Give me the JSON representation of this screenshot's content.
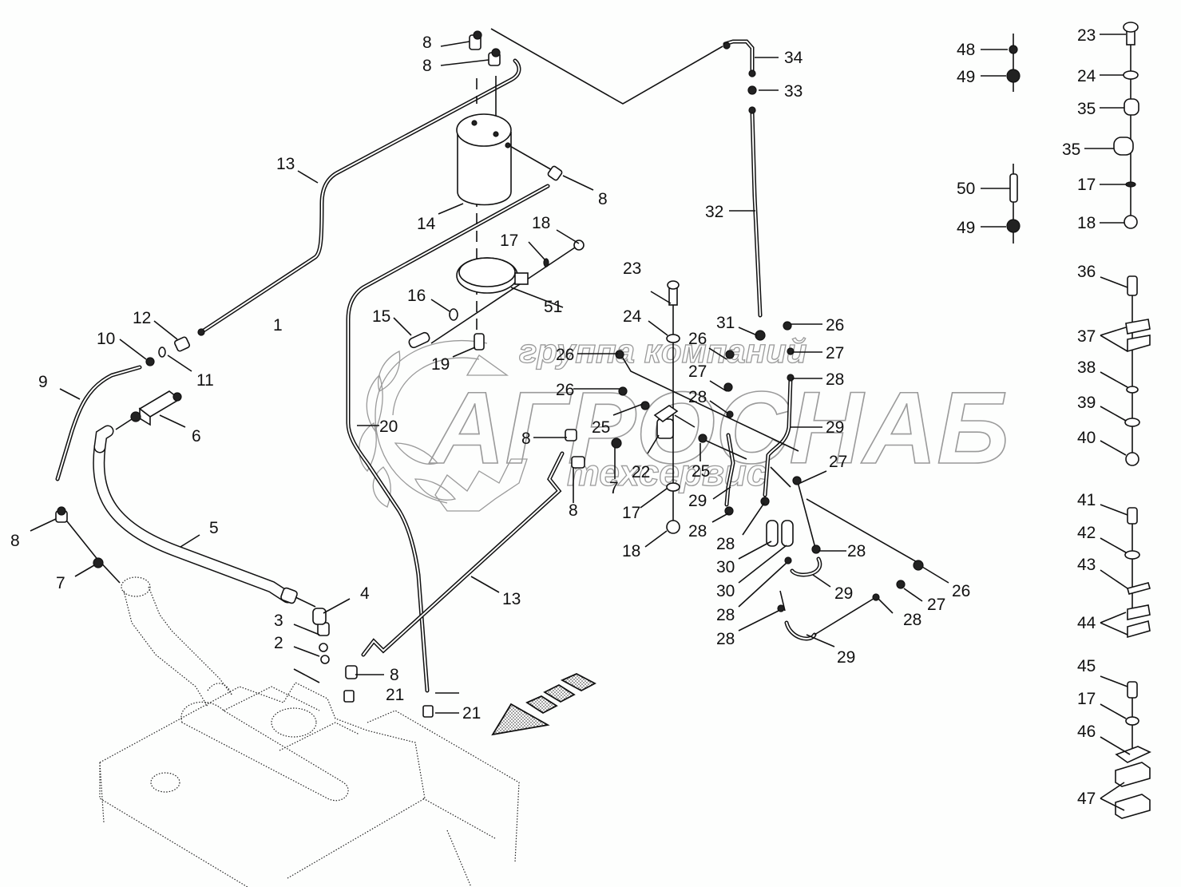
{
  "diagram": {
    "title": "Fuel system exploded parts diagram",
    "type": "exploded-parts-view",
    "watermark": {
      "line1": "группа компаний",
      "line2": "АГРОСНАБ",
      "line3": "техсервис"
    },
    "callouts": {
      "c1": "1",
      "c2": "2",
      "c3": "3",
      "c4": "4",
      "c5": "5",
      "c6": "6",
      "c7a": "7",
      "c7b": "7",
      "c8a": "8",
      "c8b": "8",
      "c8c": "8",
      "c8d": "8",
      "c8e": "8",
      "c8f": "8",
      "c8g": "8",
      "c9": "9",
      "c10": "10",
      "c11": "11",
      "c12": "12",
      "c13a": "13",
      "c13b": "13",
      "c14": "14",
      "c15": "15",
      "c16": "16",
      "c17a": "17",
      "c17b": "17",
      "c17c": "17",
      "c17d": "17",
      "c18a": "18",
      "c18b": "18",
      "c18c": "18",
      "c19": "19",
      "c20": "20",
      "c21a": "21",
      "c21b": "21",
      "c22": "22",
      "c23a": "23",
      "c23b": "23",
      "c24a": "24",
      "c24b": "24",
      "c25a": "25",
      "c25b": "25",
      "c26a": "26",
      "c26b": "26",
      "c26c": "26",
      "c26d": "26",
      "c26e": "26",
      "c27a": "27",
      "c27b": "27",
      "c27c": "27",
      "c27d": "27",
      "c28a": "28",
      "c28b": "28",
      "c28c": "28",
      "c28d": "28",
      "c28e": "28",
      "c28f": "28",
      "c28g": "28",
      "c28h": "28",
      "c29a": "29",
      "c29b": "29",
      "c29c": "29",
      "c29d": "29",
      "c30a": "30",
      "c30b": "30",
      "c31": "31",
      "c32": "32",
      "c33": "33",
      "c34": "34",
      "c35a": "35",
      "c35b": "35",
      "c36": "36",
      "c37": "37",
      "c38": "38",
      "c39": "39",
      "c40": "40",
      "c41": "41",
      "c42": "42",
      "c43": "43",
      "c44": "44",
      "c45": "45",
      "c46": "46",
      "c47": "47",
      "c48": "48",
      "c49a": "49",
      "c49b": "49",
      "c50": "50",
      "c51": "51"
    },
    "colors": {
      "background": "#fdfefd",
      "ink": "#111111",
      "watermark": "#9a9a9a"
    }
  }
}
